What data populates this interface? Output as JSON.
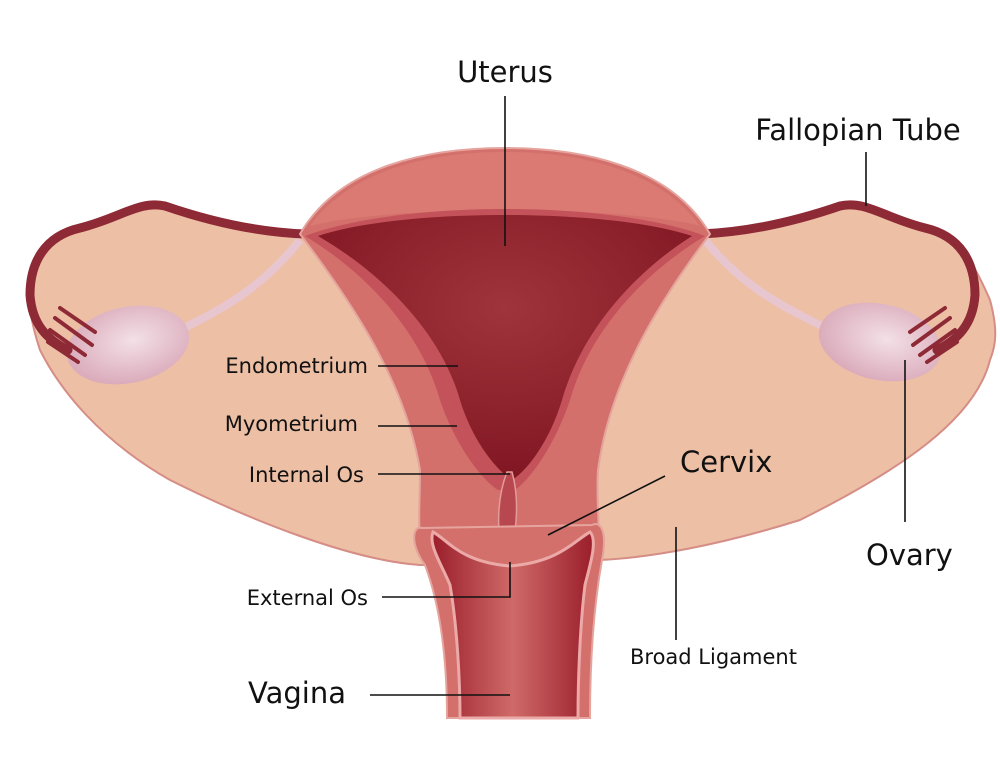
{
  "title": "Female reproductive anatomy",
  "colors": {
    "broad_ligament": "#EDBFA5",
    "myometrium": "#D4706B",
    "fundus": "#DA7A72",
    "endometrium": "#C4525A",
    "cavity": "#8B1C28",
    "tube": "#8E2A35",
    "ovary": "#E5C0CC"
  },
  "labels": {
    "uterus": "Uterus",
    "fallopian_tube": "Fallopian Tube",
    "endometrium": "Endometrium",
    "myometrium": "Myometrium",
    "internal_os": "Internal Os",
    "cervix": "Cervix",
    "external_os": "External Os",
    "vagina": "Vagina",
    "broad_ligament": "Broad Ligament",
    "ovary": "Ovary"
  }
}
